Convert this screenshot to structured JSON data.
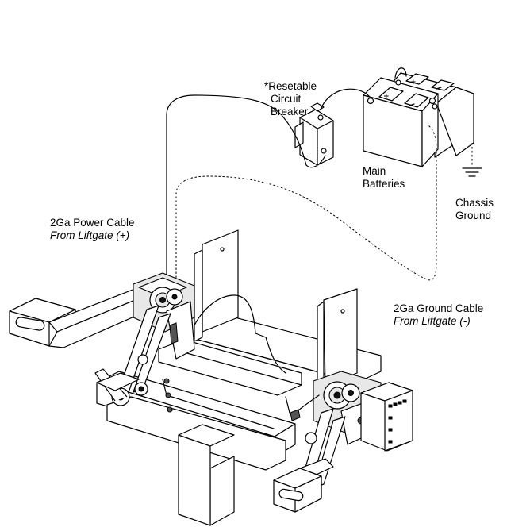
{
  "labels": {
    "breaker": [
      "*Resetable",
      "Circuit",
      "Breaker"
    ],
    "batteries": [
      "Main",
      "Batteries"
    ],
    "chassis": [
      "Chassis",
      "Ground"
    ],
    "power_cable": [
      "2Ga Power Cable",
      "From Liftgate (+)"
    ],
    "ground_cable": [
      "2Ga Ground Cable",
      "From Liftgate (-)"
    ]
  }
}
